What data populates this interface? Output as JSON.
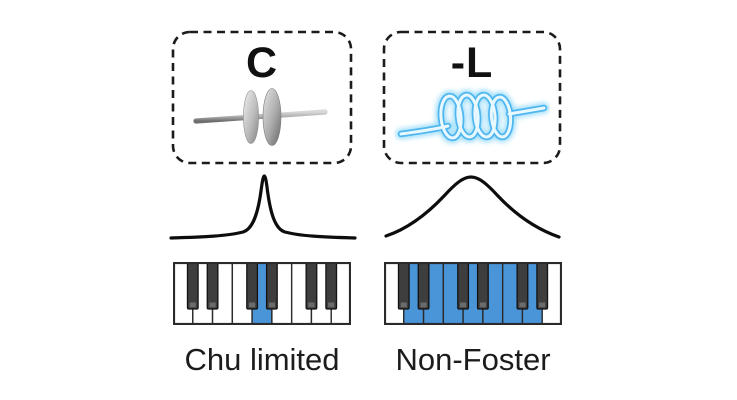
{
  "figure": {
    "background": "#ffffff",
    "panels": [
      {
        "id": "chu-limited",
        "box_label": "C",
        "component": "capacitor-icon",
        "resonance_curve": "narrow-high-Q-peak",
        "caption": "Chu limited",
        "keyboard": {
          "white_keys": 9,
          "highlighted_white_keys": [
            4
          ],
          "black_key_dividers": [
            1,
            2,
            4,
            5,
            7,
            8
          ]
        }
      },
      {
        "id": "non-foster",
        "box_label": "-L",
        "component": "glowing-inductor-icon",
        "resonance_curve": "broad-low-Q-peak",
        "caption": "Non-Foster",
        "keyboard": {
          "white_keys": 9,
          "highlighted_white_keys": [
            1,
            2,
            3,
            4,
            5,
            6,
            7
          ],
          "black_key_dividers": [
            1,
            2,
            4,
            5,
            7,
            8
          ]
        }
      }
    ],
    "colors": {
      "key_highlight_blue": "#4a94d8",
      "white_key": "#ffffff",
      "black_key": "#3e3e3e",
      "key_outline": "#2b2b2b",
      "coil_core": "#e8f8ff",
      "coil_stroke": "#4fb6ef",
      "coil_glow": "#a5e0fb",
      "curve_ink": "#0d0d0d",
      "text_ink": "#1c1c1c",
      "dash_ink": "#1b1b1b"
    }
  }
}
